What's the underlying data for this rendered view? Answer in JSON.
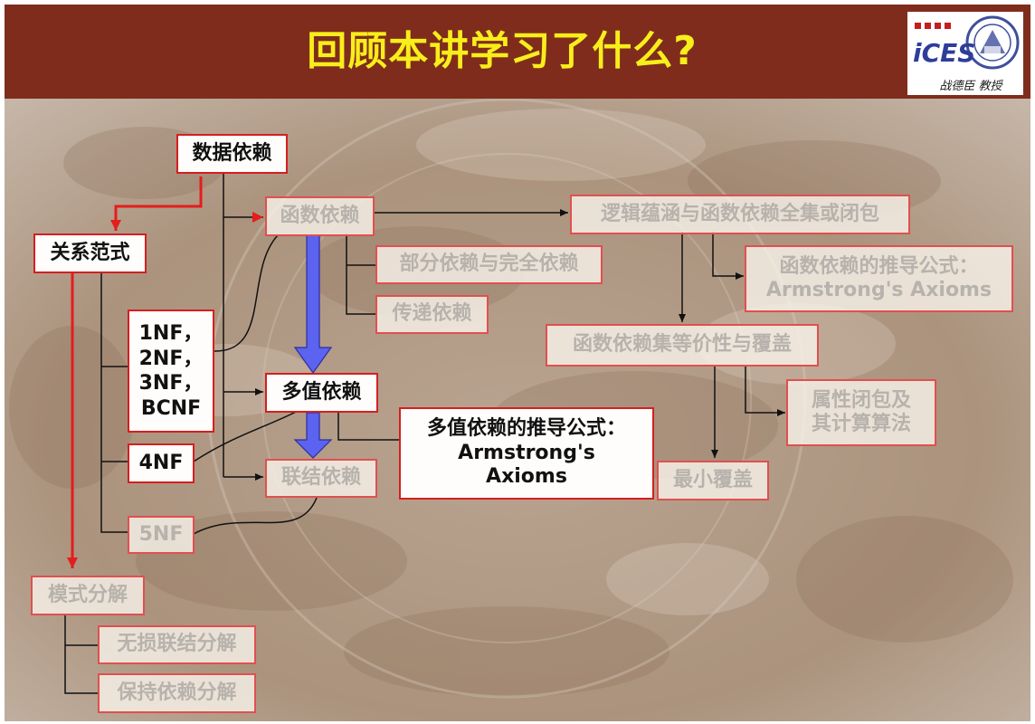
{
  "slide": {
    "title": "回顾本讲学习了什么?",
    "logo_text": "iCES",
    "logo_caption": "战德臣 教授",
    "colors": {
      "header": "#7f2c1d",
      "title": "#f8ee1a",
      "box_border": "#d51f1f",
      "red_arrow": "#e41d1d",
      "blue_arrow": "#5b63f0"
    }
  },
  "nodes": {
    "data_dep": "数据依赖",
    "rel_norm": "关系范式",
    "func_dep": "函数依赖",
    "partial_full": "部分依赖与完全依赖",
    "transitive": "传递依赖",
    "logic_closure": "逻辑蕴涵与函数依赖全集或闭包",
    "armstrong_fd": "函数依赖的推导公式：\nArmstrong's Axioms",
    "fd_equiv": "函数依赖集等价性与覆盖",
    "attr_closure": "属性闭包及\n其计算算法",
    "min_cover": "最小覆盖",
    "nf_list": [
      "1NF，",
      "2NF，",
      "3NF，",
      "BCNF"
    ],
    "nf4": "4NF",
    "nf5": "5NF",
    "mvd": "多值依赖",
    "armstrong_mvd": "多值依赖的推导公式：\nArmstrong's\nAxioms",
    "join_dep": "联结依赖",
    "decomp": "模式分解",
    "lossless": "无损联结分解",
    "dep_preserve": "保持依赖分解"
  }
}
